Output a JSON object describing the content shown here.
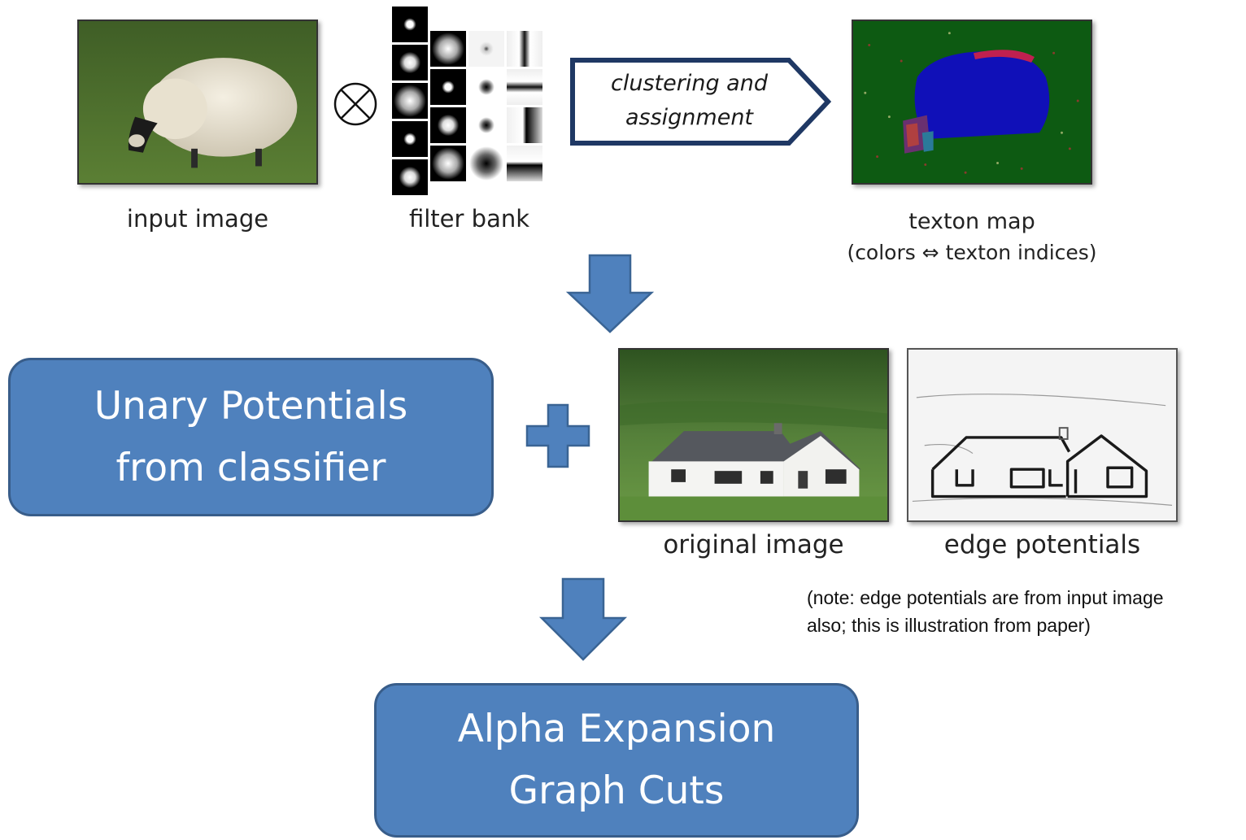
{
  "texton": {
    "input_caption": "input image",
    "filter_caption": "filter bank",
    "convolution_symbol": "⊗",
    "process_line1": "clustering and",
    "process_line2": "assignment",
    "texton_caption": "texton map",
    "texton_subcaption": "(colors ⇔ texton indices)"
  },
  "unary_box": {
    "line1": "Unary Potentials",
    "line2": "from classifier"
  },
  "edge": {
    "original_caption": "original image",
    "edge_caption": "edge potentials"
  },
  "note": {
    "line1": "(note: edge potentials are from input image",
    "line2": "also; this is illustration from paper)"
  },
  "graph_box": {
    "line1": "Alpha Expansion",
    "line2": "Graph Cuts"
  },
  "colors": {
    "accent_blue": "#4f81bd",
    "accent_border": "#385d8a",
    "grass": "#4f6f2e",
    "texton_green": "#0d5a12",
    "texton_blue": "#1010b8"
  },
  "icons": [
    "convolution-icon",
    "down-arrow-icon",
    "plus-icon",
    "pentagon-arrow-icon"
  ]
}
